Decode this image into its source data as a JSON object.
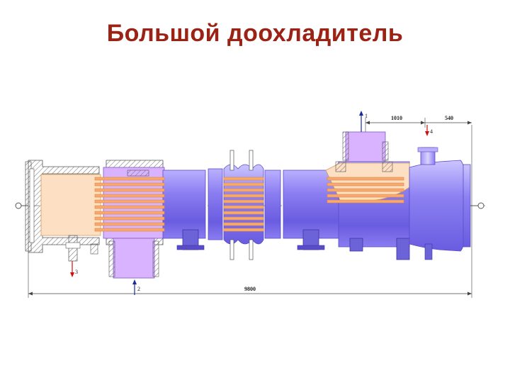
{
  "title": "Большой доохладитель",
  "colors": {
    "title": "#9b2316",
    "shell": "#8a7cf0",
    "shell_light": "#c8c0ff",
    "shell_dark": "#5a4cc8",
    "chamber": "#d9b3ff",
    "tube": "#f4a97a",
    "tube_line": "#e8891f",
    "inlet_box": "#fde0c4",
    "arrow_blue": "#1a2a9a",
    "arrow_red": "#d01010",
    "hatch": "#6b6b6b"
  },
  "dimensions": {
    "overall_length": "9800",
    "nozzle_spacing": "1010",
    "end_length": "540"
  },
  "ports": {
    "port_1": "1",
    "port_2": "2",
    "port_3": "3",
    "port_4": "4"
  },
  "icons": {
    "flow_in": "arrow-up-icon",
    "flow_out": "arrow-down-icon"
  }
}
